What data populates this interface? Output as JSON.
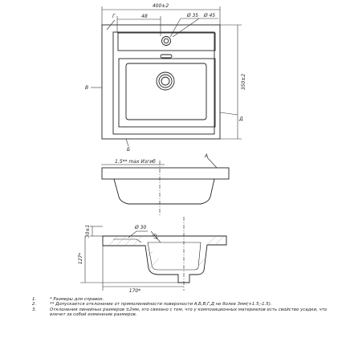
{
  "top_view": {
    "width_dim": "400±2",
    "height_dim": "350±2",
    "dim_48": "48",
    "dia_35": "Ø 35",
    "dia_45": "Ø 45",
    "label_g": "Г",
    "label_v": "В",
    "label_b": "Б",
    "label_d": "Д"
  },
  "front_view": {
    "bend_note": "1.5** max Изгиб",
    "label_a": "А"
  },
  "section_view": {
    "dim_30": "30±1",
    "dim_127": "127*",
    "dia_30": "Ø 30",
    "dim_97": "97",
    "dim_170": "170*"
  },
  "notes": [
    {
      "num": "1.",
      "text": "* Размеры для справок."
    },
    {
      "num": "2.",
      "text": "** Допускается отклонение от прямолинейности поверхности А,Б,В,Г,Д не более 3мм(+1.5;-1.5)."
    },
    {
      "num": "3.",
      "text": "Отклонения линейных размеров ±2мм, это связано с тем, что у композиционных материалов есть свойство усадки, что влечет за собой изменение размеров."
    }
  ]
}
